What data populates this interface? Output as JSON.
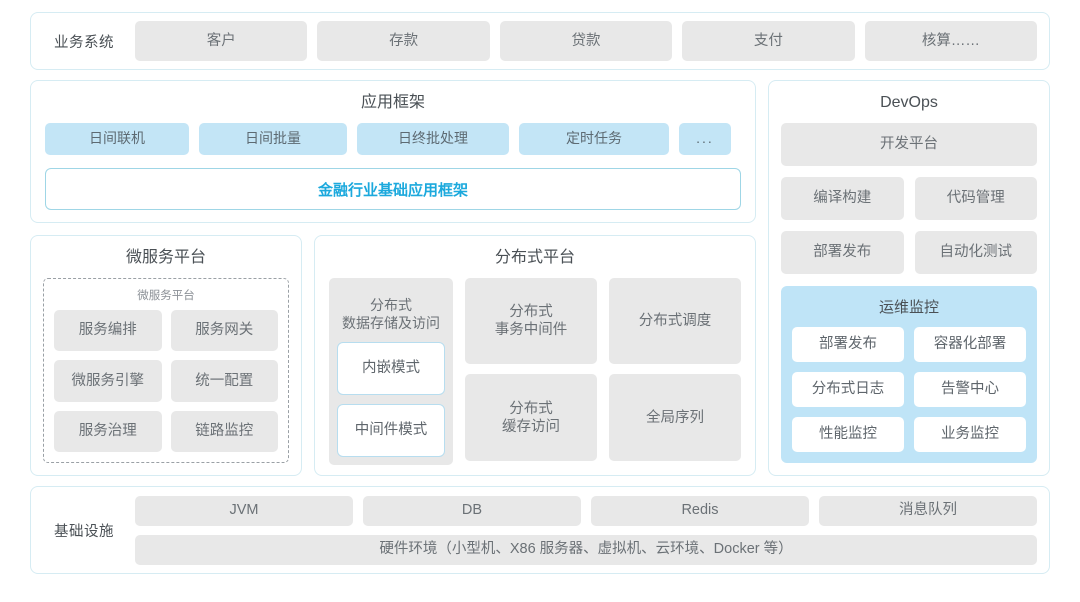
{
  "business_systems": {
    "label": "业务系统",
    "items": [
      "客户",
      "存款",
      "贷款",
      "支付",
      "核算……"
    ]
  },
  "app_framework": {
    "title": "应用框架",
    "items": [
      "日间联机",
      "日间批量",
      "日终批处理",
      "定时任务",
      "..."
    ],
    "base_bar": "金融行业基础应用框架",
    "base_bar_color": "#1ca9dd"
  },
  "microservice_platform": {
    "title": "微服务平台",
    "inner_title": "微服务平台",
    "items": [
      "服务编排",
      "服务网关",
      "微服务引擎",
      "统一配置",
      "服务治理",
      "链路监控"
    ]
  },
  "distributed_platform": {
    "title": "分布式平台",
    "storage": {
      "title": "分布式\n数据存储及访问",
      "title_line1": "分布式",
      "title_line2": "数据存储及访问",
      "modes": [
        "内嵌模式",
        "中间件模式"
      ]
    },
    "col2": [
      {
        "line1": "分布式",
        "line2": "事务中间件"
      },
      {
        "line1": "分布式",
        "line2": "缓存访问"
      }
    ],
    "col3": [
      {
        "line1": "分布式调度",
        "line2": ""
      },
      {
        "line1": "全局序列",
        "line2": ""
      }
    ]
  },
  "devops": {
    "title": "DevOps",
    "platform": "开发平台",
    "rows": [
      [
        "编译构建",
        "代码管理"
      ],
      [
        "部署发布",
        "自动化测试"
      ]
    ],
    "ops_monitor": {
      "title": "运维监控",
      "bg_color": "#bfe4f7",
      "items": [
        "部署发布",
        "容器化部署",
        "分布式日志",
        "告警中心",
        "性能监控",
        "业务监控"
      ]
    }
  },
  "infrastructure": {
    "label": "基础设施",
    "items": [
      "JVM",
      "DB",
      "Redis",
      "消息队列"
    ],
    "hardware": "硬件环境（小型机、X86 服务器、虚拟机、云环境、Docker 等）"
  },
  "theme": {
    "panel_border": "#d6ecf3",
    "chip_gray": "#e8e8e8",
    "chip_blue": "#c3e5f6",
    "text": "#6b7176"
  }
}
